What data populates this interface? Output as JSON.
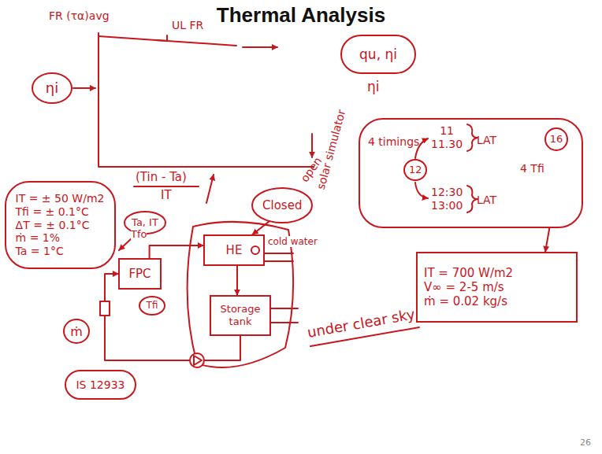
{
  "diagram": {
    "title": "Thermal Analysis",
    "nodes": [
      {
        "text": [
          "ηi"
        ]
      },
      {
        "text": [
          "qu, ηi"
        ]
      },
      {
        "text": [
          "Closed"
        ]
      },
      {
        "text": [
          "IT = ± 50 W/m2",
          "Tfi = ± 0.1°C",
          "ΔT = ± 0.1°C",
          "ṁ = 1%",
          "Ta = 1°C"
        ]
      },
      {
        "text": [
          "Ta, IT"
        ]
      },
      {
        "text": [
          "FPC"
        ]
      },
      {
        "text": [
          "Tfi"
        ]
      },
      {
        "text": [
          "HE"
        ]
      },
      {
        "text": [
          "Storage tank"
        ]
      },
      {
        "text": [
          "ṁ"
        ]
      },
      {
        "text": [
          "IS 12933"
        ]
      },
      {
        "text": [
          "4 timings",
          "11 11.30",
          "LAT",
          "12:30 13:00",
          "LAT",
          "4 Tfi"
        ]
      },
      {
        "text": [
          "12"
        ],
        "in": 11
      },
      {
        "text": [
          "16"
        ],
        "in": 11
      },
      {
        "text": [
          "IT = 700 W/m2",
          "V∞ = 2-5 m/s",
          "ṁ = 0.02 kg/s"
        ]
      }
    ],
    "edges": [
      {
        "from": 5,
        "to": 7,
        "arrow": "to"
      },
      {
        "from": 7,
        "to": 8,
        "arrow": "to"
      },
      {
        "from": 8,
        "to": 5,
        "arrow": "to"
      },
      {
        "from": 2,
        "to": 7,
        "arrow": "to"
      },
      {
        "from": 11,
        "to": 14,
        "arrow": "to"
      }
    ],
    "labels": [
      "FR (τα)avg",
      "UL FR",
      "ηi",
      "(Tin - Ta)",
      "IT",
      "open",
      "solar simulator",
      "Tfo",
      "cold water",
      "under clear sky",
      "26"
    ]
  }
}
